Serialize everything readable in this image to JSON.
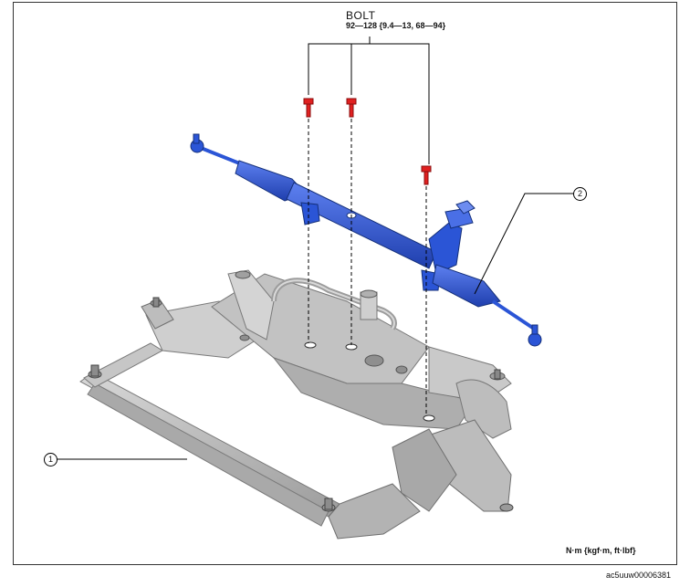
{
  "bolt": {
    "title": "BOLT",
    "torque_spec": "92—128 {9.4—13, 68—94}"
  },
  "callouts": {
    "part_1": "1",
    "part_2": "2"
  },
  "unit_note": "N·m {kgf·m, ft·lbf}",
  "image_code": "ac5uuw00006381",
  "colors": {
    "steering_gear": "#2b55d6",
    "bolt": "#e02020",
    "subframe": "#b9b9b9",
    "leader": "#000000"
  }
}
